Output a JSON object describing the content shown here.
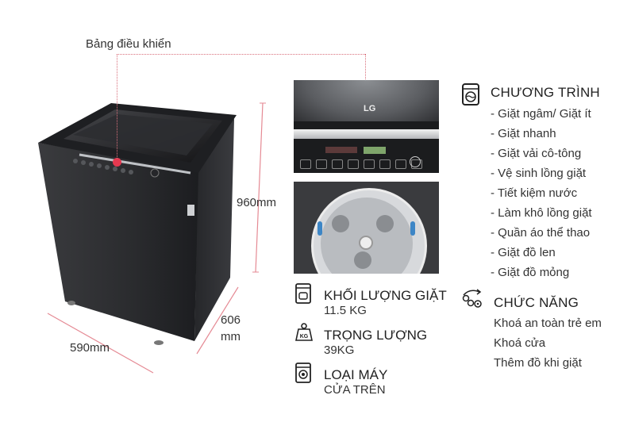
{
  "callout": {
    "control_panel_label": "Bảng điều khiển"
  },
  "dimensions": {
    "height": "960mm",
    "depth_value": "606",
    "depth_unit": "mm",
    "width": "590mm"
  },
  "product": {
    "brand_logo": "LG"
  },
  "programs": {
    "title": "CHƯƠNG TRÌNH",
    "icon": "washing-machine-icon",
    "items": [
      "- Giặt ngâm/ Giặt ít",
      "- Giặt nhanh",
      "- Giặt vải cô-tông",
      "- Vệ sinh lồng giặt",
      "- Tiết kiệm nước",
      "- Làm khô lồng giặt",
      "- Quần áo thể thao",
      "- Giặt đồ len",
      "- Giặt đồ mỏng"
    ]
  },
  "features": {
    "title": "CHỨC NĂNG",
    "icon": "gears-icon",
    "items": [
      "Khoá an toàn trẻ em",
      "Khoá cửa",
      "Thêm đồ khi giặt"
    ]
  },
  "specs": [
    {
      "icon": "capacity-icon",
      "title": "KHỐI LƯỢNG GIẶT",
      "value": "11.5 KG"
    },
    {
      "icon": "weight-icon",
      "title": "TRỌNG LƯỢNG",
      "value": "39KG"
    },
    {
      "icon": "machine-type-icon",
      "title": "LOẠI MÁY",
      "value": "CỬA TRÊN"
    }
  ],
  "colors": {
    "accent_line": "#e58a94",
    "callout_dot": "#e53950",
    "machine_body": "#2b2c2f"
  }
}
